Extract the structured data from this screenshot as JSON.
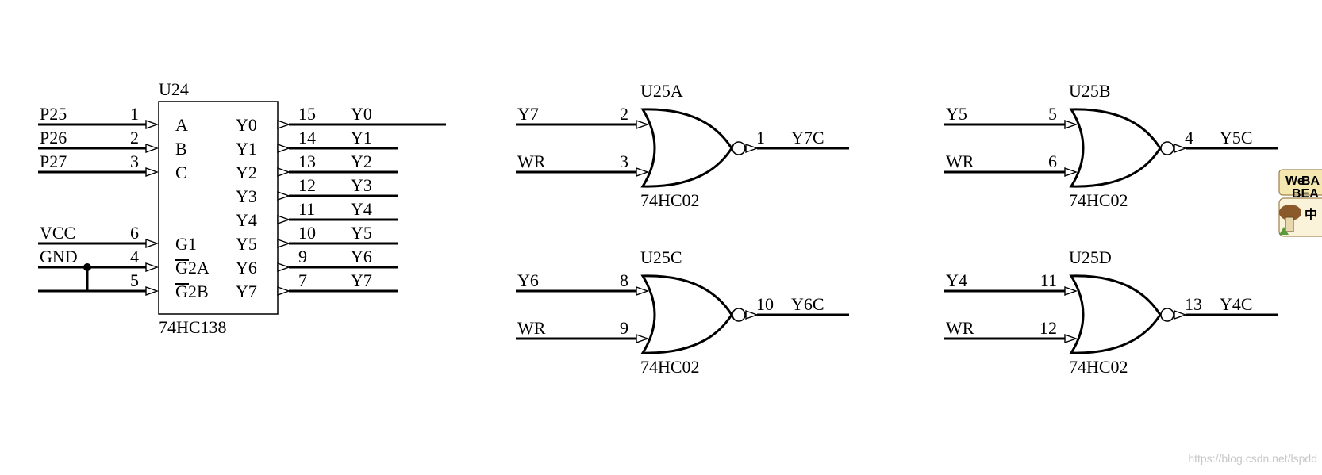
{
  "decoder": {
    "ref": "U24",
    "part": "74HC138",
    "inputs": [
      {
        "net": "P25",
        "pin": "1",
        "name": "A"
      },
      {
        "net": "P26",
        "pin": "2",
        "name": "B"
      },
      {
        "net": "P27",
        "pin": "3",
        "name": "C"
      },
      {
        "net": "VCC",
        "pin": "6",
        "name": "G1"
      },
      {
        "net": "GND",
        "pin": "4",
        "name": "G2A",
        "bar_prefix": "G",
        "suffix": "2A"
      },
      {
        "net": "",
        "pin": "5",
        "name": "G2B",
        "bar_prefix": "G",
        "suffix": "2B"
      }
    ],
    "outputs": [
      {
        "name": "Y0",
        "pin": "15",
        "net": "Y0"
      },
      {
        "name": "Y1",
        "pin": "14",
        "net": "Y1"
      },
      {
        "name": "Y2",
        "pin": "13",
        "net": "Y2"
      },
      {
        "name": "Y3",
        "pin": "12",
        "net": "Y3"
      },
      {
        "name": "Y4",
        "pin": "11",
        "net": "Y4"
      },
      {
        "name": "Y5",
        "pin": "10",
        "net": "Y5"
      },
      {
        "name": "Y6",
        "pin": "9",
        "net": "Y6"
      },
      {
        "name": "Y7",
        "pin": "7",
        "net": "Y7"
      }
    ]
  },
  "gates": [
    {
      "id": "u25a",
      "ref": "U25A",
      "part": "74HC02",
      "in1": {
        "net": "Y7",
        "pin": "2"
      },
      "in2": {
        "net": "WR",
        "pin": "3"
      },
      "out": {
        "pin": "1",
        "net": "Y7C"
      }
    },
    {
      "id": "u25b",
      "ref": "U25B",
      "part": "74HC02",
      "in1": {
        "net": "Y5",
        "pin": "5"
      },
      "in2": {
        "net": "WR",
        "pin": "6"
      },
      "out": {
        "pin": "4",
        "net": "Y5C"
      }
    },
    {
      "id": "u25c",
      "ref": "U25C",
      "part": "74HC02",
      "in1": {
        "net": "Y6",
        "pin": "8"
      },
      "in2": {
        "net": "WR",
        "pin": "9"
      },
      "out": {
        "pin": "10",
        "net": "Y6C"
      }
    },
    {
      "id": "u25d",
      "ref": "U25D",
      "part": "74HC02",
      "in1": {
        "net": "Y4",
        "pin": "11"
      },
      "in2": {
        "net": "WR",
        "pin": "12"
      },
      "out": {
        "pin": "13",
        "net": "Y4C"
      }
    }
  ],
  "badge": {
    "line1": "We",
    "line2": "BA",
    "line3": "BEA",
    "symbol": "中"
  },
  "watermark": "https://blog.csdn.net/lspdd"
}
